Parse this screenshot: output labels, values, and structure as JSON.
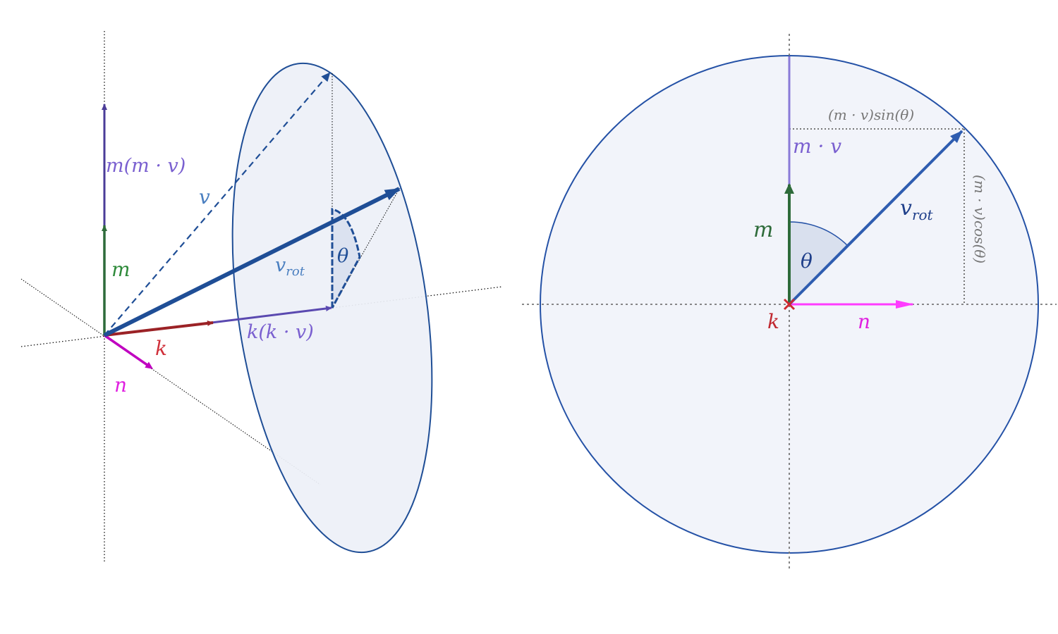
{
  "colors": {
    "disc_fill": "#edf0f7",
    "disc_stroke": "#1f4e96",
    "v_blue": "#1f4e96",
    "v_label": "#4a7fc0",
    "m_green": "#2e6b3a",
    "m_purple": "#4b3c98",
    "k_red": "#9b2226",
    "n_magenta": "#c000c0",
    "n_bright": "#ff3cff",
    "purple_label": "#7a60d0",
    "axis_gray": "#777777"
  },
  "left": {
    "labels": {
      "m_mv": "m(m · v)",
      "v": "v",
      "m": "m",
      "v_rot_base": "v",
      "v_rot_sub": "rot",
      "theta": "θ",
      "k_kv": "k(k · v)",
      "k": "k",
      "n": "n"
    }
  },
  "right": {
    "labels": {
      "mv_sin": "(m · v)sin(θ)",
      "mv_cos": "(m · v)cos(θ)",
      "m_dot_v": "m · v",
      "v_rot_base": "v",
      "v_rot_sub": "rot",
      "m": "m",
      "theta": "θ",
      "k": "k",
      "n": "n"
    },
    "angle_theta_deg": 45
  }
}
